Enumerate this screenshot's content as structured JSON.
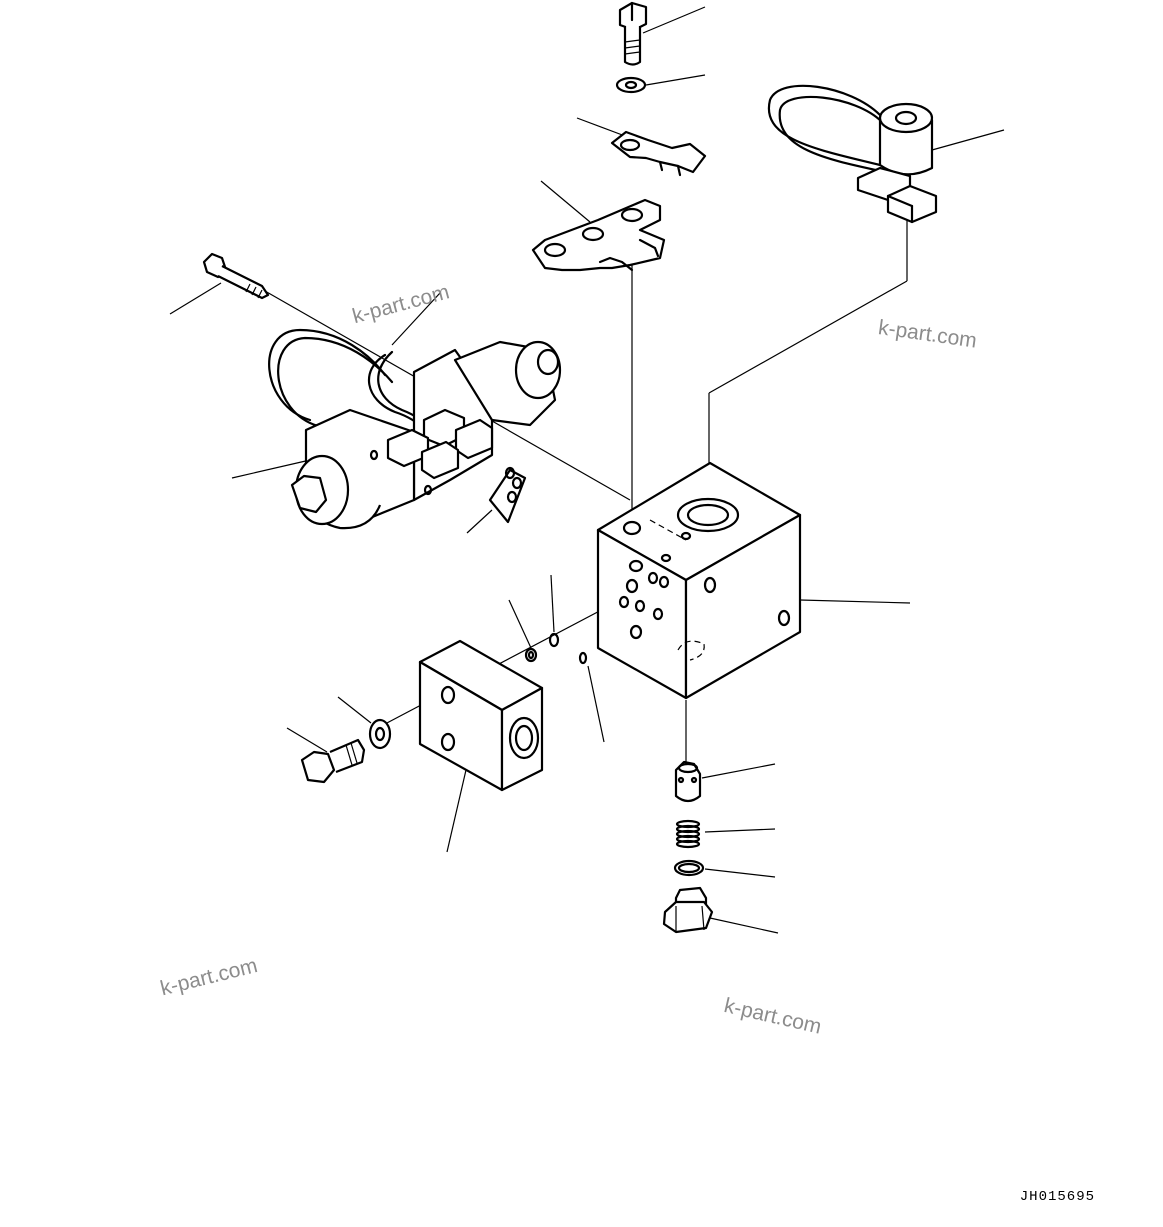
{
  "watermarks": {
    "wm1": "k-part.com",
    "wm2": "k-part.com",
    "wm3": "k-part.com",
    "wm4": "k-part.com"
  },
  "drawing_code": "JH015695"
}
